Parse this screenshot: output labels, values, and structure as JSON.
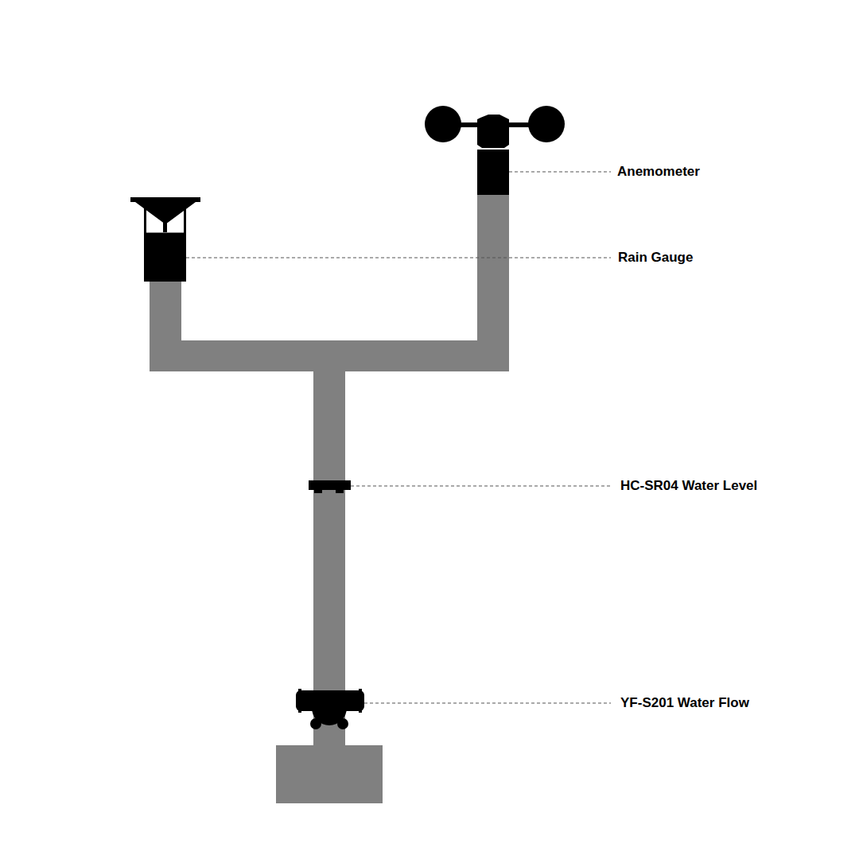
{
  "diagram": {
    "labels": [
      "Anemometer",
      "Rain Gauge",
      "HC-SR04 Water Level",
      "YF-S201 Water Flow"
    ]
  }
}
